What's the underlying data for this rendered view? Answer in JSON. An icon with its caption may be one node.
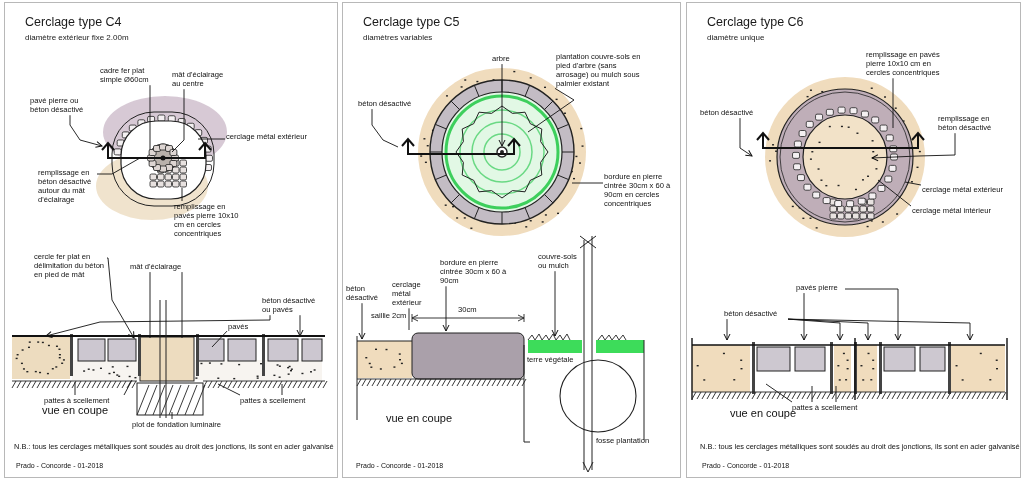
{
  "diagram": {
    "nodes": [
      {
        "text": [
          "Cerclage type C4",
          "diamètre extérieur fixe 2.00m"
        ]
      },
      {
        "text": [
          "pavé pierre ou béton désactivé"
        ],
        "in": 0
      },
      {
        "text": [
          "cadre fer plat simple Ø60cm"
        ],
        "in": 0
      },
      {
        "text": [
          "mât d'éclairage au centre"
        ],
        "in": 0
      },
      {
        "text": [
          "cerclage métal extérieur"
        ],
        "in": 0
      },
      {
        "text": [
          "remplissage en béton désactivé autour du mât d'éclairage"
        ],
        "in": 0
      },
      {
        "text": [
          "remplissage en pavés pierre 10x10 cm en cercles concentriques"
        ],
        "in": 0
      },
      {
        "text": [
          "cercle fer plat en délimitation du béton en pied de mât"
        ],
        "in": 0
      },
      {
        "text": [
          "mât d'éclairage"
        ],
        "in": 0
      },
      {
        "text": [
          "béton désactivé ou pavés"
        ],
        "in": 0
      },
      {
        "text": [
          "pavés"
        ],
        "in": 0
      },
      {
        "text": [
          "pattes à scellement"
        ],
        "in": 0
      },
      {
        "text": [
          "pattes à scellement"
        ],
        "in": 0
      },
      {
        "text": [
          "plot de fondation luminaire"
        ],
        "in": 0
      },
      {
        "text": [
          "Cerclage type C5",
          "diamètres variables"
        ]
      },
      {
        "text": [
          "arbre"
        ],
        "in": 14
      },
      {
        "text": [
          "plantation couvre-sols en pied d'arbre (sans arrosage) ou mulch sous palmier existant"
        ],
        "in": 14
      },
      {
        "text": [
          "béton désactivé"
        ],
        "in": 14
      },
      {
        "text": [
          "bordure en pierre cintrée 30cm x 60 à 90cm en cercles concentriques"
        ],
        "in": 14
      },
      {
        "text": [
          "béton désactivé"
        ],
        "in": 14
      },
      {
        "text": [
          "cerclage métal extérieur"
        ],
        "in": 14
      },
      {
        "text": [
          "bordure en pierre cintrée 30cm x 60 à 90cm"
        ],
        "in": 14
      },
      {
        "text": [
          "couvre-sols ou mulch"
        ],
        "in": 14
      },
      {
        "text": [
          "Cerclage type C6",
          "diamètre unique"
        ]
      },
      {
        "text": [
          "remplissage en pavés pierre 10x10 cm en cercles concentriques"
        ],
        "in": 23
      },
      {
        "text": [
          "béton désactivé"
        ],
        "in": 23
      },
      {
        "text": [
          "remplissage en béton désactivé"
        ],
        "in": 23
      },
      {
        "text": [
          "cerclage métal extérieur"
        ],
        "in": 23
      },
      {
        "text": [
          "cerclage métal intérieur"
        ],
        "in": 23
      },
      {
        "text": [
          "pavés pierre"
        ],
        "in": 23
      },
      {
        "text": [
          "béton désactivé"
        ],
        "in": 23
      },
      {
        "text": [
          "pattes à scellement"
        ],
        "in": 23
      },
      {
        "text": [],
        "shape": "picture",
        "in": 0
      },
      {
        "text": [],
        "shape": "picture",
        "in": 0
      },
      {
        "text": [],
        "shape": "picture",
        "in": 14
      },
      {
        "text": [],
        "shape": "picture",
        "in": 14
      },
      {
        "text": [],
        "shape": "picture",
        "in": 23
      },
      {
        "text": [],
        "shape": "picture",
        "in": 23
      },
      {
        "text": [],
        "shape": "picture",
        "in": 0
      },
      {
        "text": [],
        "shape": "picture",
        "in": 14
      },
      {
        "text": [],
        "shape": "circle",
        "in": 34
      }
    ],
    "edges": [
      {
        "from": 1,
        "to": 32,
        "arrow": "to"
      },
      {
        "from": 2,
        "to": 32,
        "arrow": "none"
      },
      {
        "from": 3,
        "to": 32,
        "arrow": "none"
      },
      {
        "from": 4,
        "to": 32,
        "arrow": "none"
      },
      {
        "from": 5,
        "to": 32,
        "arrow": "none"
      },
      {
        "from": 6,
        "to": 32,
        "arrow": "none"
      },
      {
        "from": 7,
        "to": 33,
        "arrow": "to"
      },
      {
        "from": 8,
        "to": 38,
        "arrow": "none"
      },
      {
        "from": 8,
        "to": 38,
        "arrow": "none"
      },
      {
        "from": 9,
        "to": 33,
        "arrow": "to"
      },
      {
        "from": 9,
        "to": 33,
        "arrow": "to"
      },
      {
        "from": 10,
        "to": 33,
        "arrow": "none"
      },
      {
        "from": 11,
        "to": 33,
        "arrow": "none"
      },
      {
        "from": 11,
        "to": 33,
        "arrow": "none"
      },
      {
        "from": 12,
        "to": 33,
        "arrow": "none"
      },
      {
        "from": 12,
        "to": 33,
        "arrow": "none"
      },
      {
        "from": 13,
        "to": 38,
        "arrow": "none"
      },
      {
        "from": 15,
        "to": 40,
        "arrow": "to"
      },
      {
        "from": 16,
        "to": 34,
        "arrow": "none"
      },
      {
        "from": 17,
        "to": 34,
        "arrow": "none"
      },
      {
        "from": 18,
        "to": 34,
        "arrow": "none"
      },
      {
        "from": 19,
        "to": 35,
        "arrow": "to"
      },
      {
        "from": 20,
        "to": 35,
        "arrow": "none"
      },
      {
        "from": 21,
        "to": 35,
        "arrow": "to"
      },
      {
        "from": 22,
        "to": 35,
        "arrow": "to"
      },
      {
        "from": 24,
        "to": 36,
        "arrow": "none"
      },
      {
        "from": 25,
        "to": 36,
        "arrow": "to"
      },
      {
        "from": 26,
        "to": 36,
        "arrow": "to"
      },
      {
        "from": 27,
        "to": 36,
        "arrow": "none"
      },
      {
        "from": 28,
        "to": 36,
        "arrow": "none"
      },
      {
        "from": 29,
        "to": 37,
        "arrow": "to"
      },
      {
        "from": 29,
        "to": 37,
        "arrow": "to"
      },
      {
        "from": 30,
        "to": 37,
        "arrow": "to"
      },
      {
        "from": 30,
        "to": 37,
        "arrow": "to"
      },
      {
        "from": 30,
        "to": 37,
        "arrow": "to"
      },
      {
        "from": 30,
        "to": 37,
        "arrow": "to"
      },
      {
        "from": 31,
        "to": 37,
        "arrow": "none"
      },
      {
        "from": 31,
        "to": 37,
        "arrow": "none"
      },
      {
        "from": 31,
        "to": 37,
        "arrow": "none"
      }
    ],
    "labels": [
      "vue en coupe",
      "N.B.: tous les cerclages métalliques sont soudés au droit des jonctions, ils sont en acier galvanisé",
      "Prado - Concorde - 01-2018",
      "30cm",
      "saillie 2cm",
      "terre végétale",
      "fosse plantation",
      "vue en coupe",
      "Prado - Concorde - 01-2018",
      "vue en coupe",
      "N.B.: tous les cerclages métalliques sont soudés au droit des jonctions, ils sont en acier galvanisé",
      "Prado - Concorde - 01-2018"
    ]
  }
}
